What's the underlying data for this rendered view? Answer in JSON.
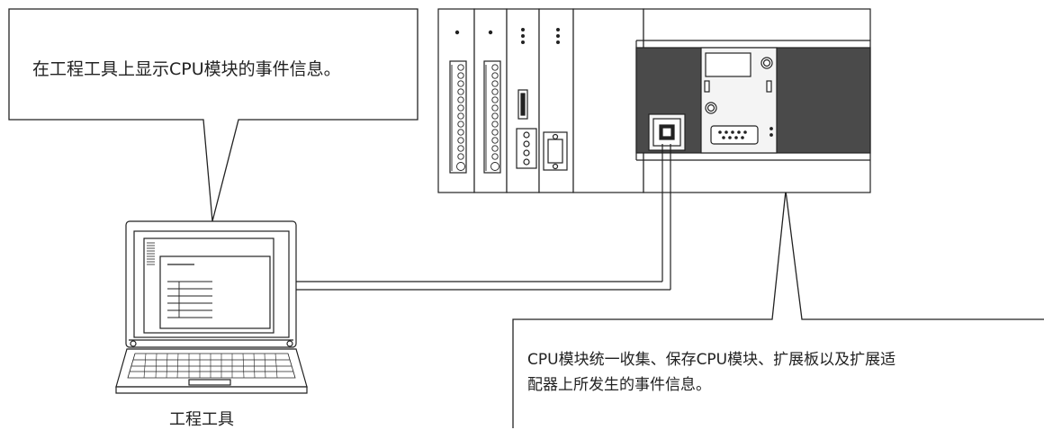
{
  "callout_left": {
    "text": "在工程工具上显示CPU模块的事件信息。"
  },
  "callout_right": {
    "line1": "CPU模块统一收集、保存CPU模块、扩展板以及扩展适",
    "line2": "配器上所发生的事件信息。"
  },
  "laptop": {
    "label": "工程工具"
  },
  "colors": {
    "stroke": "#222222",
    "panel_dark": "#4a4a4a",
    "panel_light": "#f4f4f4"
  }
}
